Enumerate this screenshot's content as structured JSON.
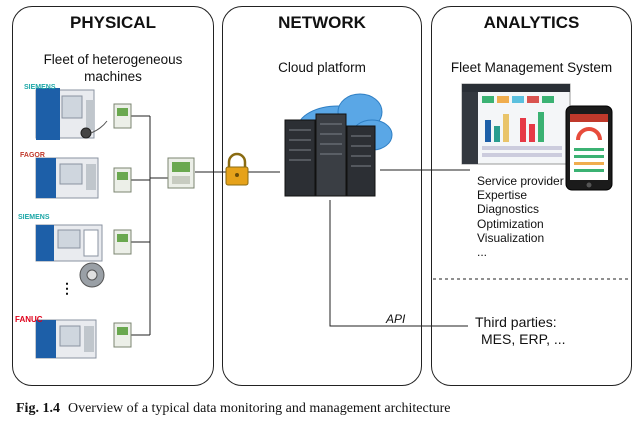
{
  "panels": {
    "physical": {
      "title": "PHYSICAL",
      "subtitle_line1": "Fleet of heterogeneous",
      "subtitle_line2": "machines"
    },
    "network": {
      "title": "NETWORK",
      "subtitle": "Cloud platform"
    },
    "analytics": {
      "title": "ANALYTICS",
      "subtitle": "Fleet Management System"
    }
  },
  "brands": [
    "SIEMENS",
    "FAGOR",
    "SIEMENS",
    "FANUC"
  ],
  "ellipsis": "⋮",
  "services": [
    "Service provider",
    "Expertise",
    "Diagnostics",
    "Optimization",
    "Visualization",
    "..."
  ],
  "api_label": "API",
  "third_parties": {
    "line1": "Third parties:",
    "line2": "MES, ERP, ..."
  },
  "caption": {
    "label": "Fig. 1.4",
    "text": "Overview of a typical data monitoring and management architecture"
  },
  "colors": {
    "cloud": "#3a8fd4",
    "lock": "#e6a21a",
    "siemens": "#1aa6a6",
    "fanuc": "#e0001a",
    "machine_blue": "#1d5fa8"
  }
}
